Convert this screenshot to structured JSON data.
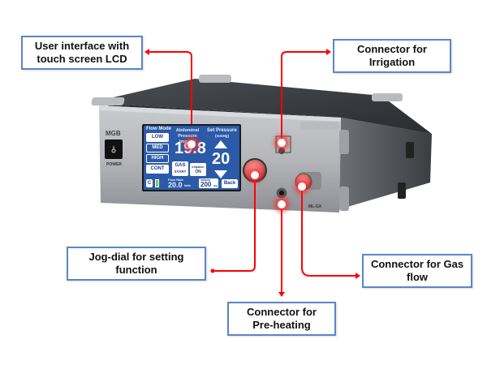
{
  "callouts": {
    "ui": {
      "line1": "User interface with",
      "line2": "touch screen LCD"
    },
    "irrigation": {
      "line1": "Connector for",
      "line2": "Irrigation"
    },
    "jog": {
      "line1": "Jog-dial for setting",
      "line2": "function"
    },
    "gas": {
      "line1": "Connector for Gas",
      "line2": "flow"
    },
    "preheat": {
      "line1": "Connector for",
      "line2": "Pre-heating"
    }
  },
  "device": {
    "brand": "MGB",
    "power_label": "POWER",
    "model": "ML-GX"
  },
  "screen": {
    "flow_mode_label": "Flow Mode",
    "flow_modes": [
      "LOW",
      "MED",
      "HIGH",
      "CONT"
    ],
    "abdominal_pressure_label": "Abdominal Pressure (mmHg)",
    "abdominal_pressure_value": "19.8",
    "set_pressure_label": "Set Pressure",
    "set_pressure_unit": "(mmHg)",
    "set_pressure_value": "20",
    "gas_button_line1": "GAS",
    "gas_button_line2": "START",
    "irrigation_button_line1": "Irrigation",
    "irrigation_button_line2": "ON",
    "c_button": "C",
    "flow_rate_label": "Flow Rate",
    "flow_rate_value": "20.0",
    "flow_rate_unit": "l/min",
    "volume_label": "Volume",
    "volume_value": "200",
    "volume_unit": "liter",
    "back_button": "Back"
  },
  "colors": {
    "callout_border": "#5b86c5",
    "arrow": "#ff0000",
    "screen_bg": "#2b5aa8"
  }
}
